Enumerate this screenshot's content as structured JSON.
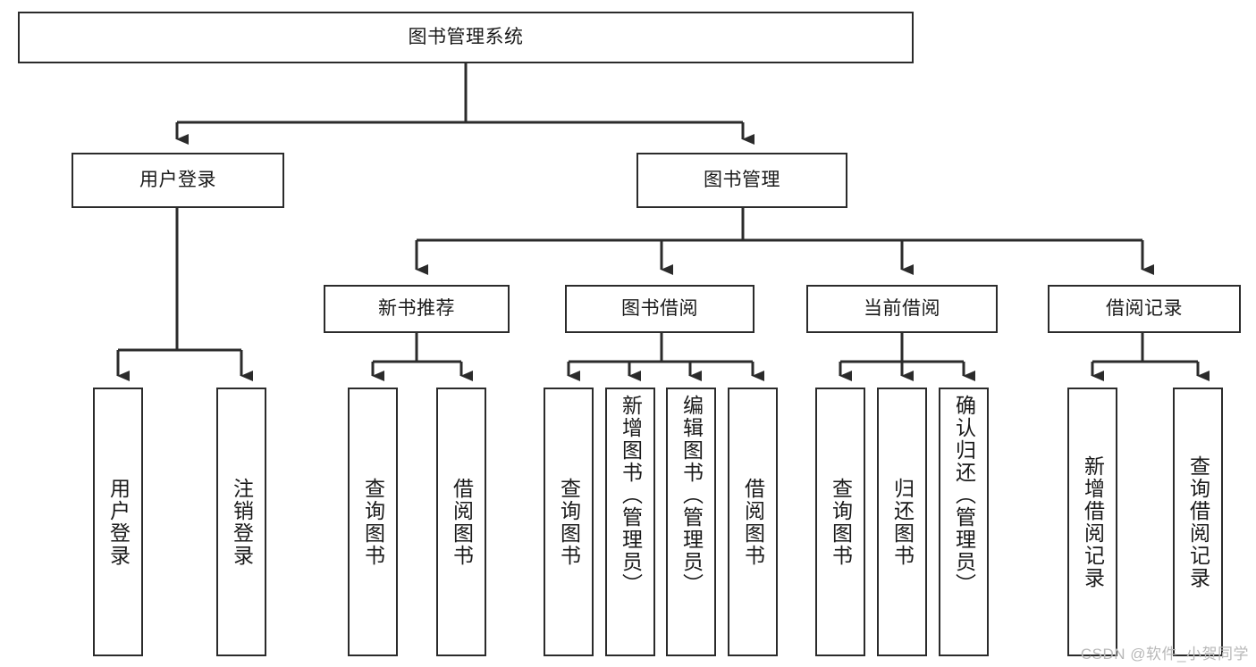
{
  "diagram": {
    "title": "图书管理系统",
    "type": "tree",
    "watermark": "CSDN @软件_小贺同学",
    "colors": {
      "box_border": "#2b2b2b",
      "box_fill": "#ffffff",
      "edge": "#2b2b2b",
      "text": "#1a1a1a",
      "watermark": "#b8b8b8"
    },
    "nodes": {
      "root": "图书管理系统",
      "level2": [
        "用户登录",
        "图书管理"
      ],
      "level3": [
        "新书推荐",
        "图书借阅",
        "当前借阅",
        "借阅记录"
      ],
      "leaves_user_login": [
        "用户登录",
        "注销登录"
      ],
      "leaves_new_book": [
        "查询图书",
        "借阅图书"
      ],
      "leaves_borrow": [
        "查询图书",
        "新增图书（管理员）",
        "编辑图书（管理员）",
        "借阅图书"
      ],
      "leaves_current": [
        "查询图书",
        "归还图书",
        "确认归还（管理员）"
      ],
      "leaves_record": [
        "新增借阅记录",
        "查询借阅记录"
      ]
    }
  }
}
